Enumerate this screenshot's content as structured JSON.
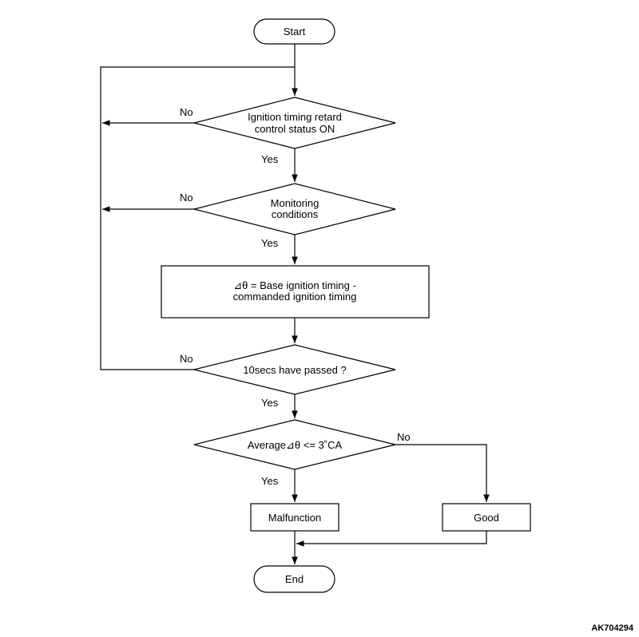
{
  "nodes": {
    "start": "Start",
    "decision_retard": [
      "Ignition timing retard",
      "control status ON"
    ],
    "decision_monitoring": [
      "Monitoring",
      "conditions"
    ],
    "process_delta": [
      "⊿θ = Base ignition timing -",
      "commanded ignition timing"
    ],
    "decision_10secs": "10secs have passed ?",
    "decision_average": "Average⊿θ <= 3˚CA",
    "malfunction": "Malfunction",
    "good": "Good",
    "end": "End"
  },
  "labels": {
    "yes": "Yes",
    "no": "No"
  },
  "figure_code": "AK704294"
}
